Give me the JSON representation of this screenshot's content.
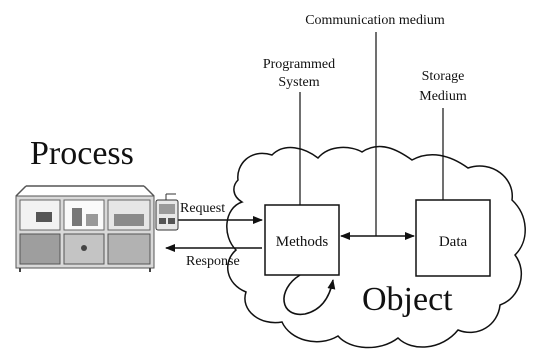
{
  "labels": {
    "communication_medium": "Communication medium",
    "programmed_system_line1": "Programmed",
    "programmed_system_line2": "System",
    "storage_medium_line1": "Storage",
    "storage_medium_line2": "Medium",
    "process": "Process",
    "object": "Object",
    "request": "Request",
    "response": "Response",
    "methods": "Methods",
    "data": "Data"
  },
  "colors": {
    "ink": "#111111",
    "machine_gray": "#bdbdbd",
    "machine_dark": "#6f6f6f",
    "background": "#ffffff"
  }
}
